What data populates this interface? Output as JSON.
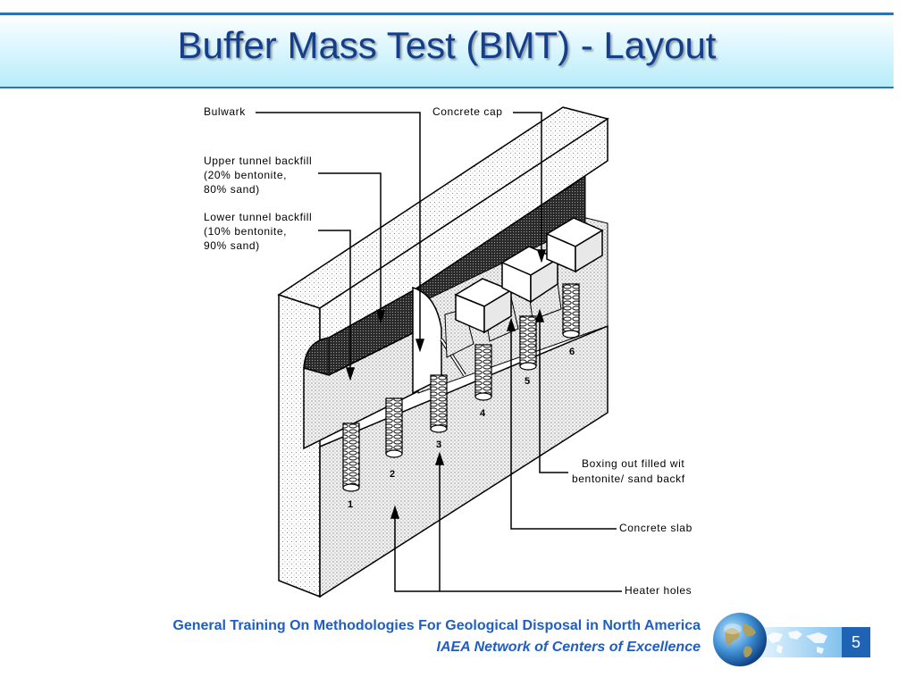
{
  "title": "Buffer Mass Test (BMT) - Layout",
  "labels": {
    "bulwark": "Bulwark",
    "concrete_cap": "Concrete cap",
    "upper_backfill": [
      "Upper tunnel backfill",
      "(20% bentonite,",
      "80% sand)"
    ],
    "lower_backfill": [
      "Lower tunnel backfill",
      "(10% bentonite,",
      "90% sand)"
    ],
    "boxing_out": [
      "Boxing out filled wit",
      "bentonite/ sand backf"
    ],
    "concrete_slab": "Concrete slab",
    "heater_holes": "Heater holes"
  },
  "heater_numbers": [
    "1",
    "2",
    "3",
    "4",
    "5",
    "6"
  ],
  "footer": {
    "line1": "General Training On Methodologies For Geological Disposal in North America",
    "line2": "IAEA Network of Centers of Excellence"
  },
  "page_number": "5",
  "colors": {
    "title": "#143e8c",
    "footer": "#1f5ec4",
    "page_badge": "#1f64b4"
  },
  "icons": [
    "globe-icon",
    "world-map-icon"
  ]
}
